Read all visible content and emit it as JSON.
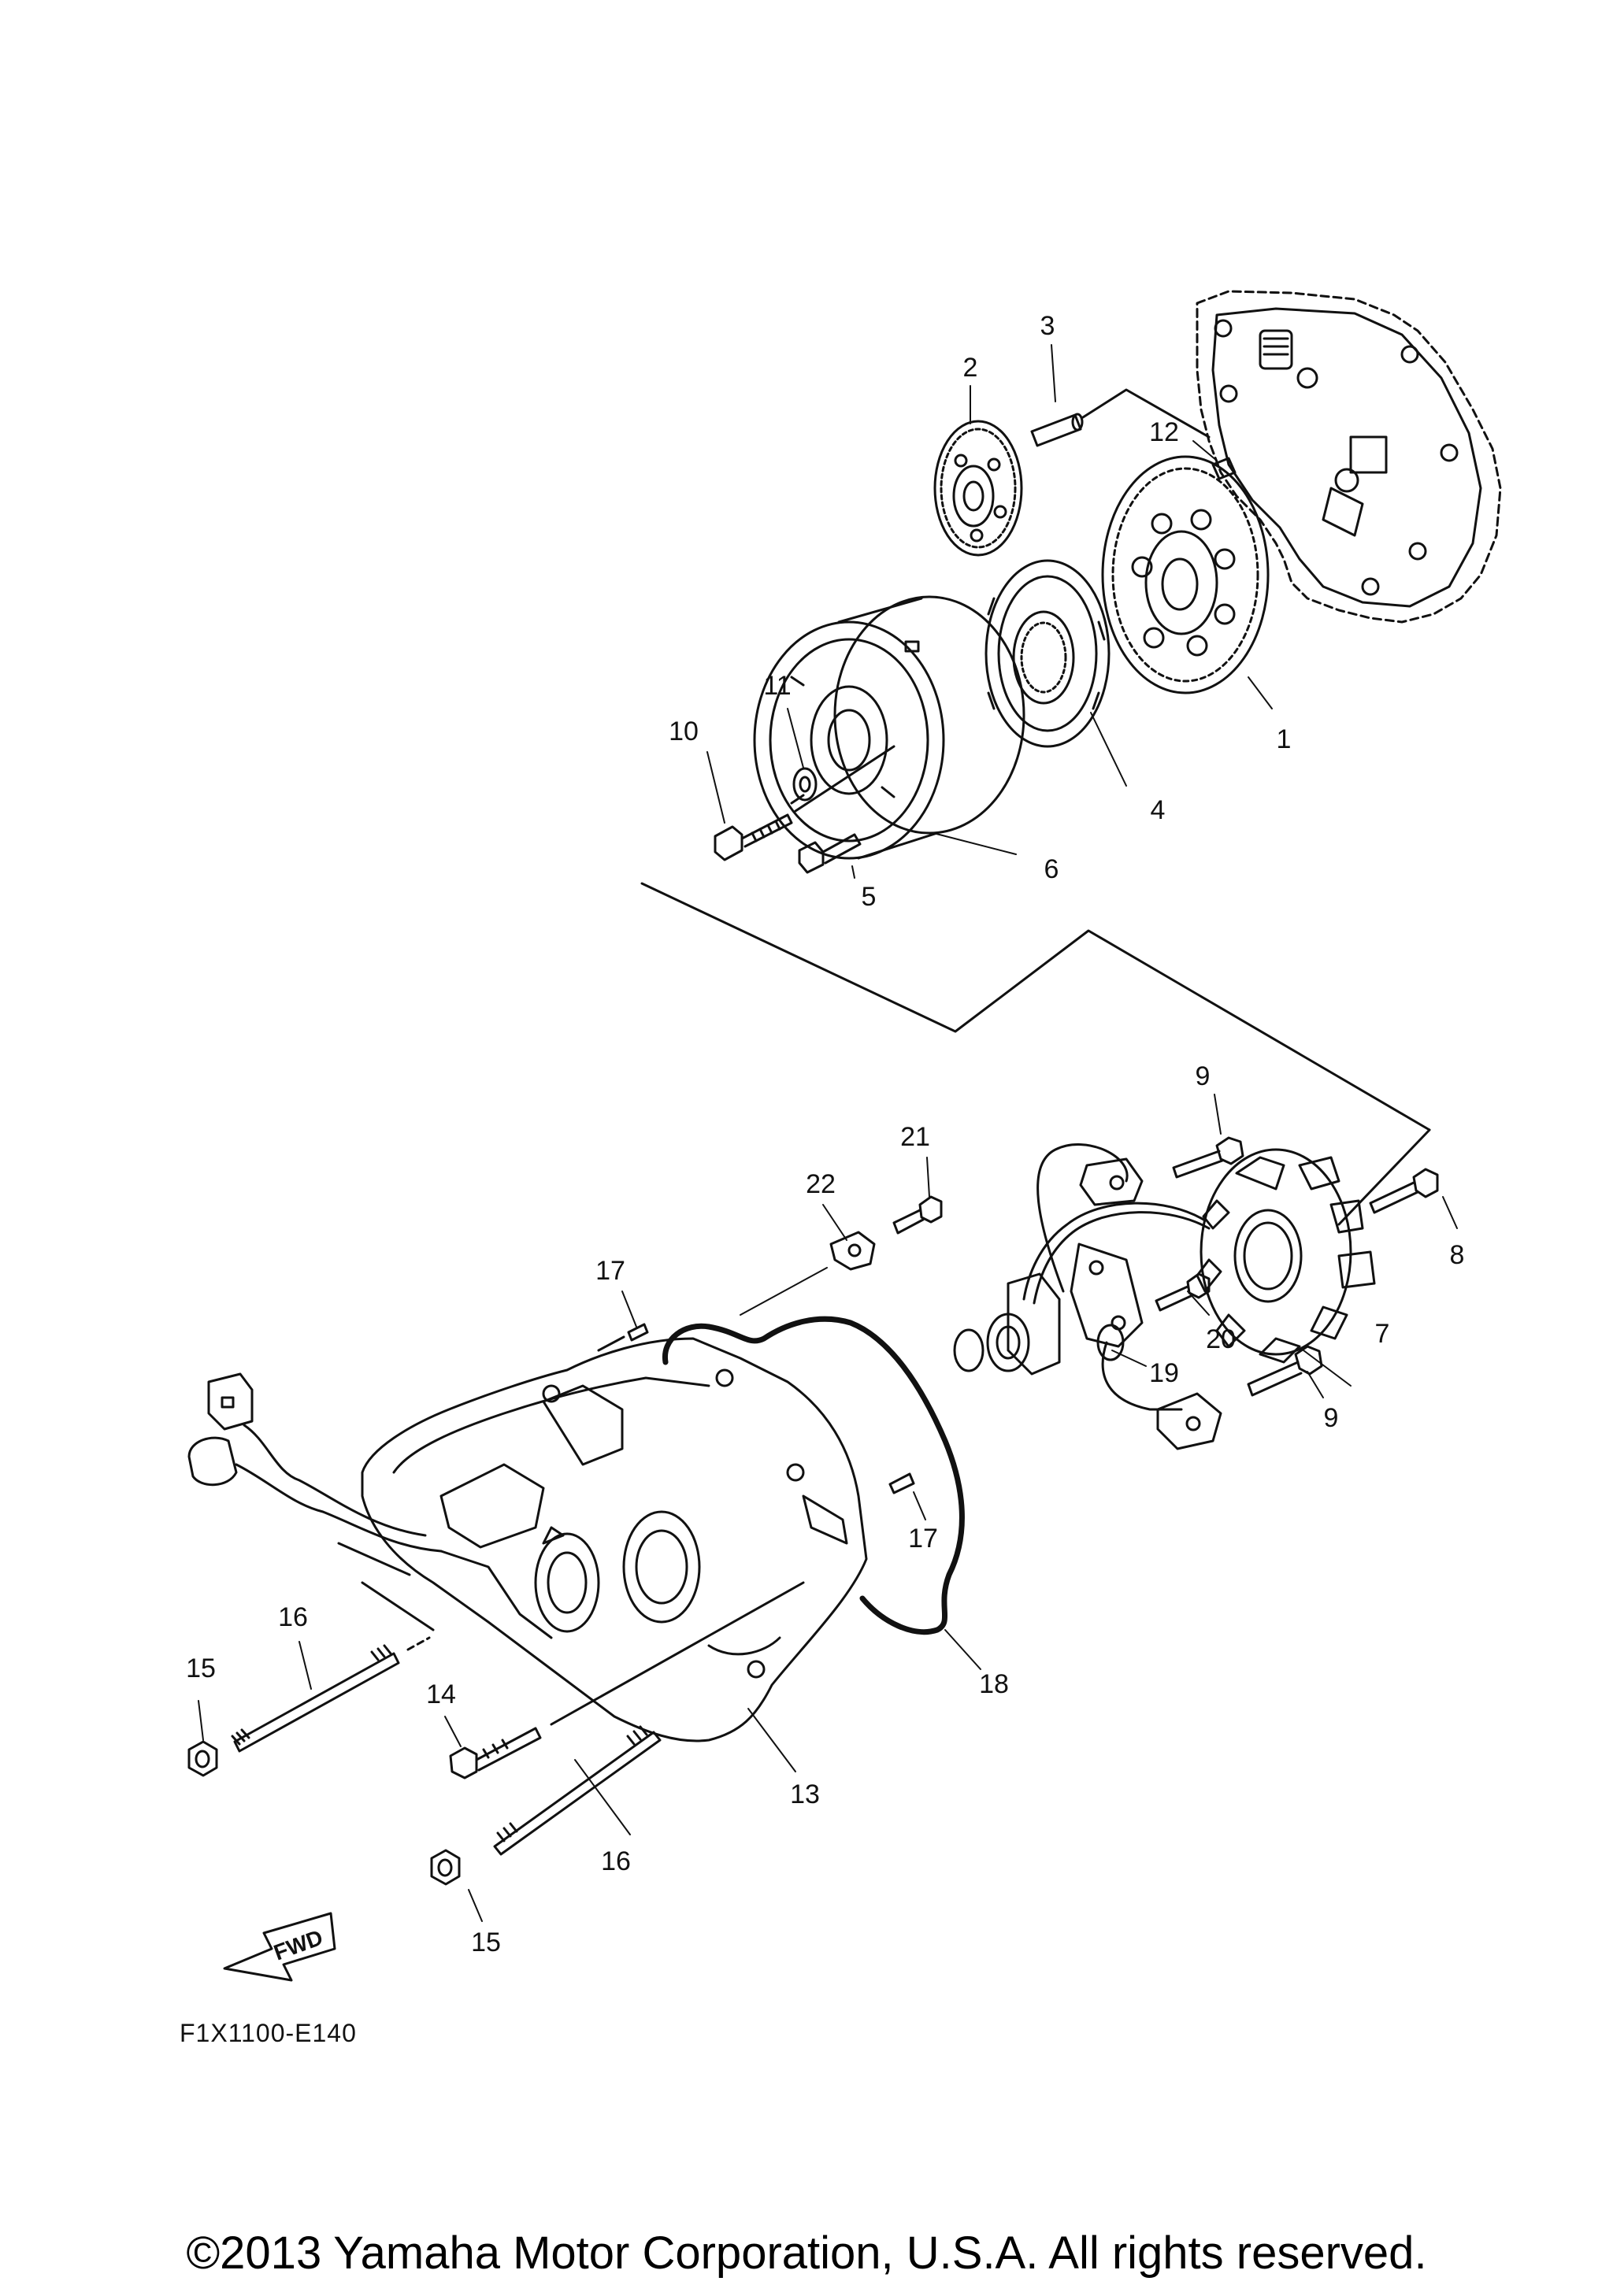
{
  "diagram": {
    "code": "F1X1100-E140",
    "direction_label": "FWD",
    "callouts": [
      {
        "id": "c1",
        "label": "1"
      },
      {
        "id": "c2",
        "label": "2"
      },
      {
        "id": "c3",
        "label": "3"
      },
      {
        "id": "c4",
        "label": "4"
      },
      {
        "id": "c5",
        "label": "5"
      },
      {
        "id": "c6",
        "label": "6"
      },
      {
        "id": "c7",
        "label": "7"
      },
      {
        "id": "c8",
        "label": "8"
      },
      {
        "id": "c9a",
        "label": "9"
      },
      {
        "id": "c9b",
        "label": "9"
      },
      {
        "id": "c10",
        "label": "10"
      },
      {
        "id": "c11",
        "label": "11"
      },
      {
        "id": "c12",
        "label": "12"
      },
      {
        "id": "c13",
        "label": "13"
      },
      {
        "id": "c14",
        "label": "14"
      },
      {
        "id": "c15a",
        "label": "15"
      },
      {
        "id": "c15b",
        "label": "15"
      },
      {
        "id": "c16a",
        "label": "16"
      },
      {
        "id": "c16b",
        "label": "16"
      },
      {
        "id": "c17a",
        "label": "17"
      },
      {
        "id": "c17b",
        "label": "17"
      },
      {
        "id": "c18",
        "label": "18"
      },
      {
        "id": "c19",
        "label": "19"
      },
      {
        "id": "c20",
        "label": "20"
      },
      {
        "id": "c21",
        "label": "21"
      },
      {
        "id": "c22",
        "label": "22"
      }
    ]
  },
  "footer": {
    "copyright": "©2013 Yamaha Motor Corporation, U.S.A. All rights reserved."
  }
}
